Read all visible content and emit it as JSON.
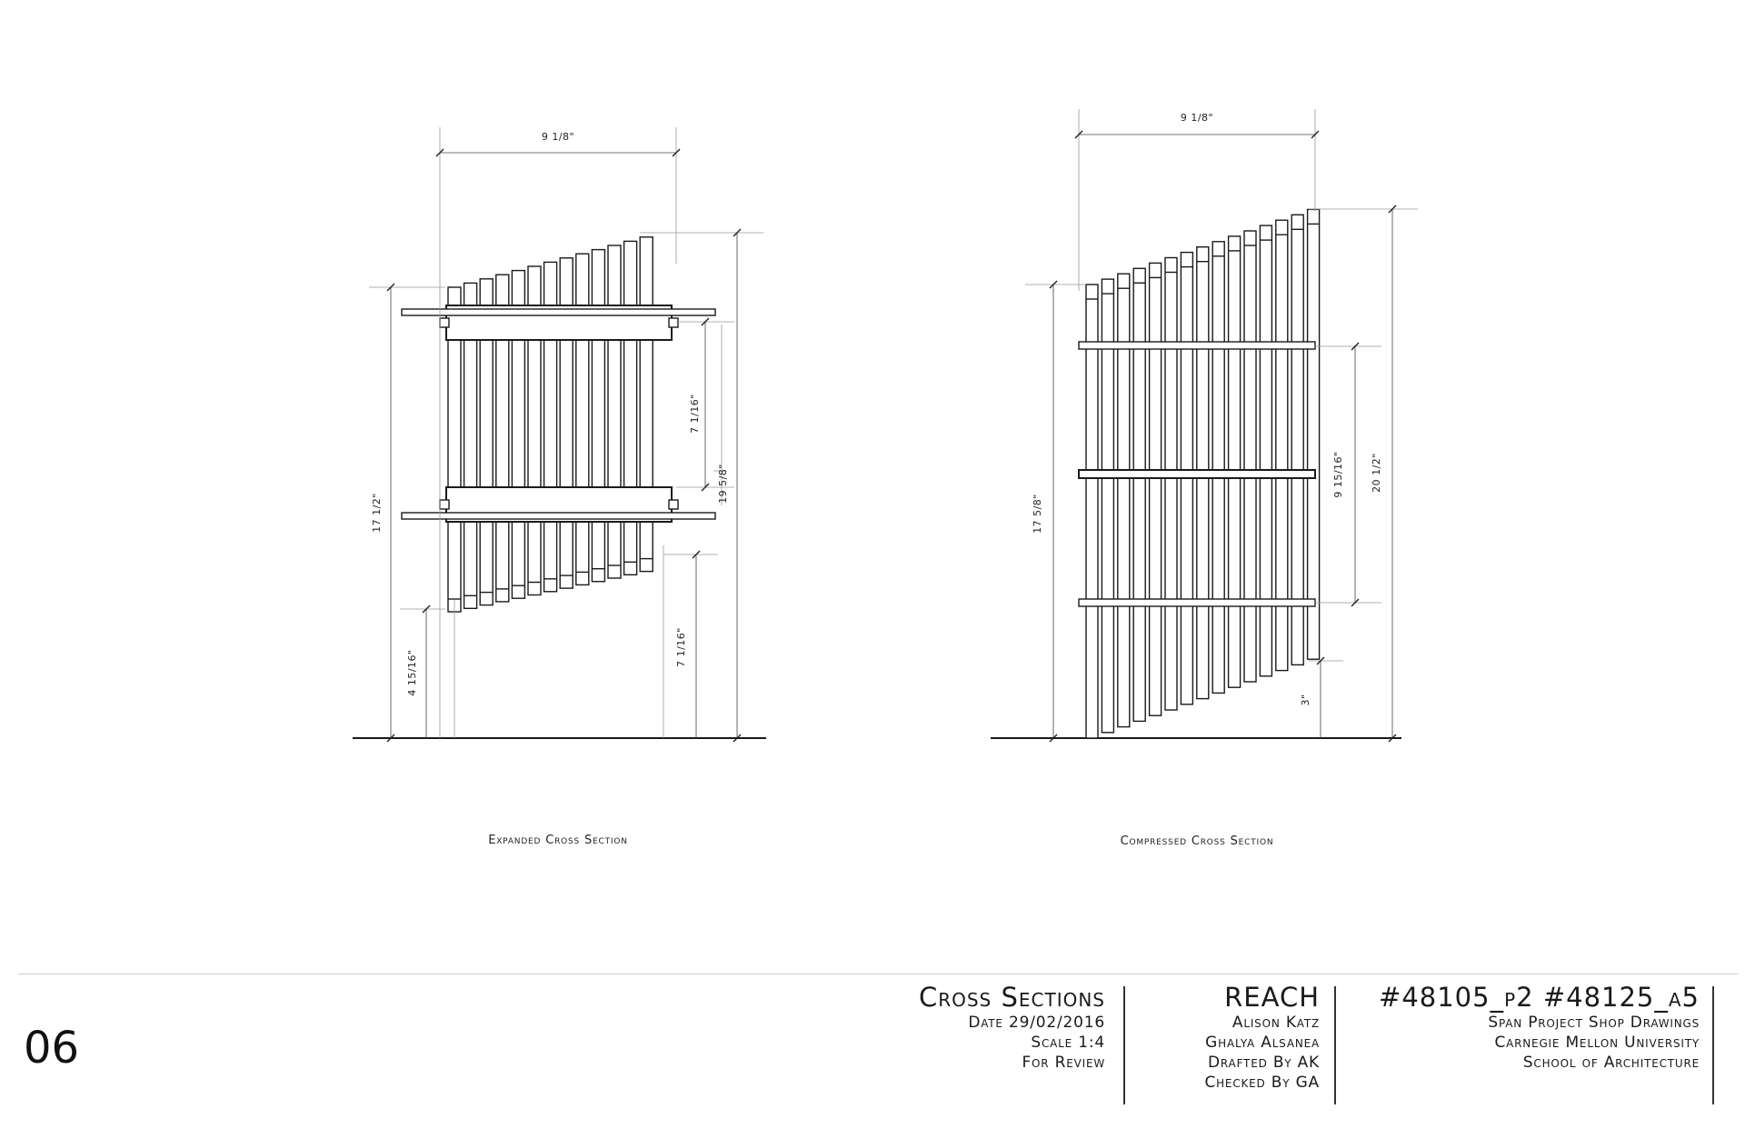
{
  "sheet_number": "06",
  "drawings": {
    "expanded": {
      "caption": "Expanded Cross Section",
      "dims": {
        "width_top": "9 1/8\"",
        "overall_height": "17 1/2\"",
        "upper_right": "7 1/16\"",
        "right_tall": "19 5/8\"",
        "lower_left": "4 15/16\"",
        "lower_right": "7 1/16\""
      }
    },
    "compressed": {
      "caption": "Compressed Cross Section",
      "dims": {
        "width_top": "9 1/8\"",
        "overall_height": "17 5/8\"",
        "middle": "9 15/16\"",
        "right_tall": "20 1/2\"",
        "bottom_right": "3\""
      }
    }
  },
  "title_block": {
    "title": "Cross Sections",
    "date": "Date 29/02/2016",
    "scale": "Scale 1:4",
    "status": "For Review",
    "project": "REACH",
    "author1": "Alison Katz",
    "author2": "Ghalya Alsanea",
    "drafted": "Drafted By AK",
    "checked": "Checked By GA",
    "course_codes": "#48105_p2 #48125_a5",
    "line1": "Span Project Shop Drawings",
    "line2": "Carnegie Mellon University",
    "line3": "School of Architecture"
  }
}
